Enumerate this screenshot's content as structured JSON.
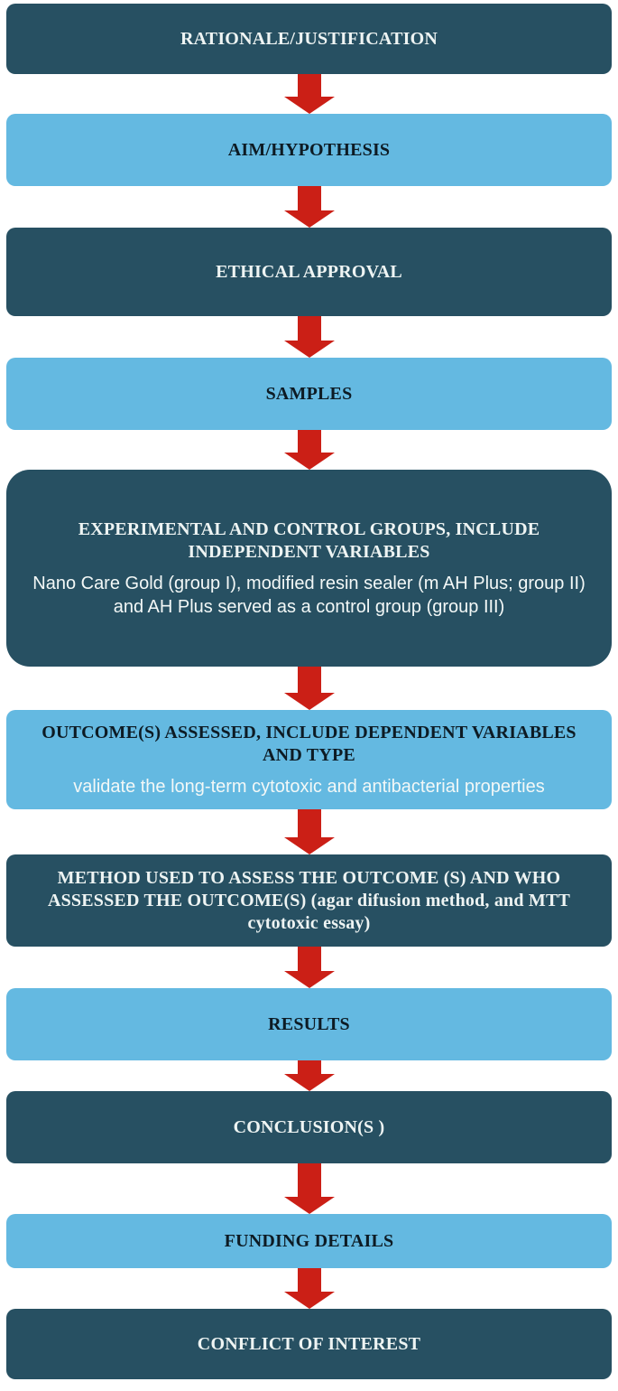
{
  "flowchart": {
    "description": "Vertical study-reporting flowchart with alternating dark teal and light blue steps connected by red downward block arrows",
    "colors": {
      "dark_step_bg": "#275062",
      "light_step_bg": "#64b9e1",
      "arrow_red": "#cb1f16",
      "title_on_dark": "#eef4f3",
      "title_on_light": "#0d1b24",
      "body_text": "#f3f8f7",
      "page_bg": "#ffffff"
    },
    "steps": [
      {
        "variant": "dark",
        "title": "RATIONALE/JUSTIFICATION"
      },
      {
        "variant": "light",
        "title": "AIM/HYPOTHESIS"
      },
      {
        "variant": "dark",
        "title": "ETHICAL APPROVAL"
      },
      {
        "variant": "light",
        "title": "SAMPLES"
      },
      {
        "variant": "dark",
        "title": "EXPERIMENTAL AND CONTROL GROUPS, INCLUDE INDEPENDENT VARIABLES",
        "body": "Nano Care Gold (group I), modified resin sealer (m AH Plus; group II) and AH Plus served as a control group (group III)"
      },
      {
        "variant": "light",
        "title": "OUTCOME(S) ASSESSED, INCLUDE DEPENDENT VARIABLES AND TYPE",
        "body": "validate the long-term cytotoxic and antibacterial properties"
      },
      {
        "variant": "dark",
        "title": "METHOD USED TO ASSESS THE OUTCOME (S) AND WHO ASSESSED THE OUTCOME(S)  (agar difusion method, and MTT cytotoxic essay)"
      },
      {
        "variant": "light",
        "title": "RESULTS"
      },
      {
        "variant": "dark",
        "title": "CONCLUSION(S )"
      },
      {
        "variant": "light",
        "title": "FUNDING DETAILS"
      },
      {
        "variant": "dark",
        "title": "CONFLICT OF INTEREST"
      }
    ]
  }
}
